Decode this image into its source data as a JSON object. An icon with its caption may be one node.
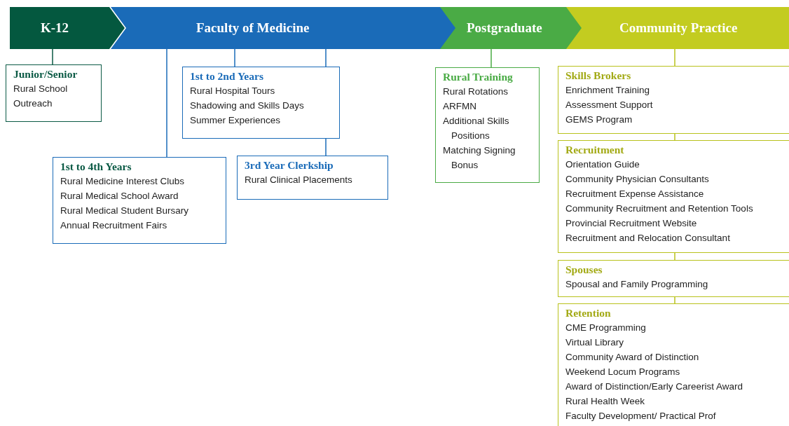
{
  "diagram": {
    "nodes": [
      {
        "text": [
          "K-12"
        ]
      },
      {
        "text": [
          "Faculty of Medicine"
        ]
      },
      {
        "text": [
          "Postgraduate"
        ]
      },
      {
        "text": [
          "Community Practice"
        ]
      },
      {
        "text": [
          "Junior/Senior",
          "Rural School Outreach"
        ]
      },
      {
        "text": [
          "1st to 2nd Years",
          "Rural Hospital Tours",
          "Shadowing and Skills Days",
          "Summer Experiences"
        ]
      },
      {
        "text": [
          "1st to 4th Years",
          "Rural Medicine Interest Clubs",
          "Rural Medical School Award",
          "Rural Medical Student Bursary",
          "Annual Recruitment Fairs"
        ]
      },
      {
        "text": [
          "3rd Year Clerkship",
          "Rural Clinical Placements"
        ]
      },
      {
        "text": [
          "Rural Training",
          "Rural Rotations",
          "ARFMN",
          "Additional Skills Positions",
          "Matching Signing Bonus"
        ]
      },
      {
        "text": [
          "Skills Brokers",
          "Enrichment Training",
          "Assessment Support",
          "GEMS Program"
        ]
      },
      {
        "text": [
          "Recruitment",
          "Orientation Guide",
          "Community Physician Consultants",
          "Recruitment Expense Assistance",
          "Community Recruitment and Retention Tools",
          "Provincial Recruitment Website",
          "Recruitment and Relocation Consultant"
        ]
      },
      {
        "text": [
          "Spouses",
          "Spousal and Family Programming"
        ]
      },
      {
        "text": [
          "Retention",
          "CME Programming",
          "Virtual Library",
          "Community Award of Distinction",
          "Weekend Locum Programs",
          "Award of Distinction/Early Careerist Award",
          "Rural Health Week",
          "Faculty Development/ Practical Prof"
        ]
      }
    ],
    "edges": [
      {
        "from": 0,
        "to": 4,
        "arrow": "none",
        "color": "#0b5a45"
      },
      {
        "from": 1,
        "to": 6,
        "arrow": "none"
      },
      {
        "from": 1,
        "to": 5,
        "arrow": "none"
      },
      {
        "from": 1,
        "to": 5,
        "arrow": "none"
      },
      {
        "from": 5,
        "to": 7,
        "arrow": "none"
      },
      {
        "from": 2,
        "to": 8,
        "arrow": "none",
        "color": "#4aab45"
      },
      {
        "from": 3,
        "to": 9,
        "arrow": "none",
        "color": "#b9c21c"
      },
      {
        "from": 9,
        "to": 10,
        "arrow": "none",
        "color": "#b9c21c"
      },
      {
        "from": 10,
        "to": 11,
        "arrow": "none",
        "color": "#b9c21c"
      },
      {
        "from": 11,
        "to": 12,
        "arrow": "none",
        "color": "#b9c21c"
      }
    ]
  }
}
